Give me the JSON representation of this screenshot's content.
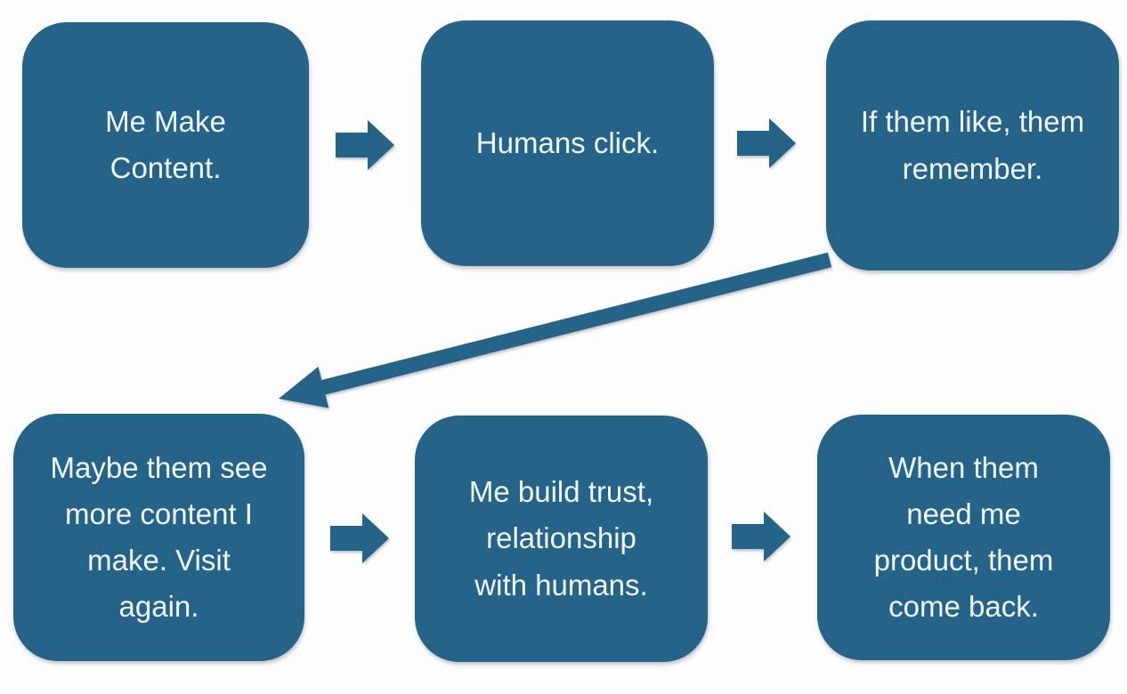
{
  "diagram": {
    "colors": {
      "node_fill": "#256388",
      "text": "#EFF7FC",
      "background": "#FDFDFD"
    },
    "nodes": [
      {
        "id": "me-make-content",
        "label": "Me Make\nContent."
      },
      {
        "id": "humans-click",
        "label": "Humans click."
      },
      {
        "id": "like-remember",
        "label": "If them like, them\nremember."
      },
      {
        "id": "see-more-content",
        "label": "Maybe them see\nmore content I\nmake. Visit\nagain."
      },
      {
        "id": "build-trust",
        "label": "Me build trust,\nrelationship\nwith humans."
      },
      {
        "id": "come-back",
        "label": "When them\nneed me\nproduct, them\ncome back."
      }
    ],
    "connectors": [
      {
        "id": "arrow-1",
        "type": "block-arrow",
        "direction": "right",
        "from": "me-make-content",
        "to": "humans-click"
      },
      {
        "id": "arrow-2",
        "type": "block-arrow",
        "direction": "right",
        "from": "humans-click",
        "to": "like-remember"
      },
      {
        "id": "arrow-3",
        "type": "line-arrow",
        "direction": "down-left",
        "from": "like-remember",
        "to": "see-more-content"
      },
      {
        "id": "arrow-4",
        "type": "block-arrow",
        "direction": "right",
        "from": "see-more-content",
        "to": "build-trust"
      },
      {
        "id": "arrow-5",
        "type": "block-arrow",
        "direction": "right",
        "from": "build-trust",
        "to": "come-back"
      }
    ]
  }
}
